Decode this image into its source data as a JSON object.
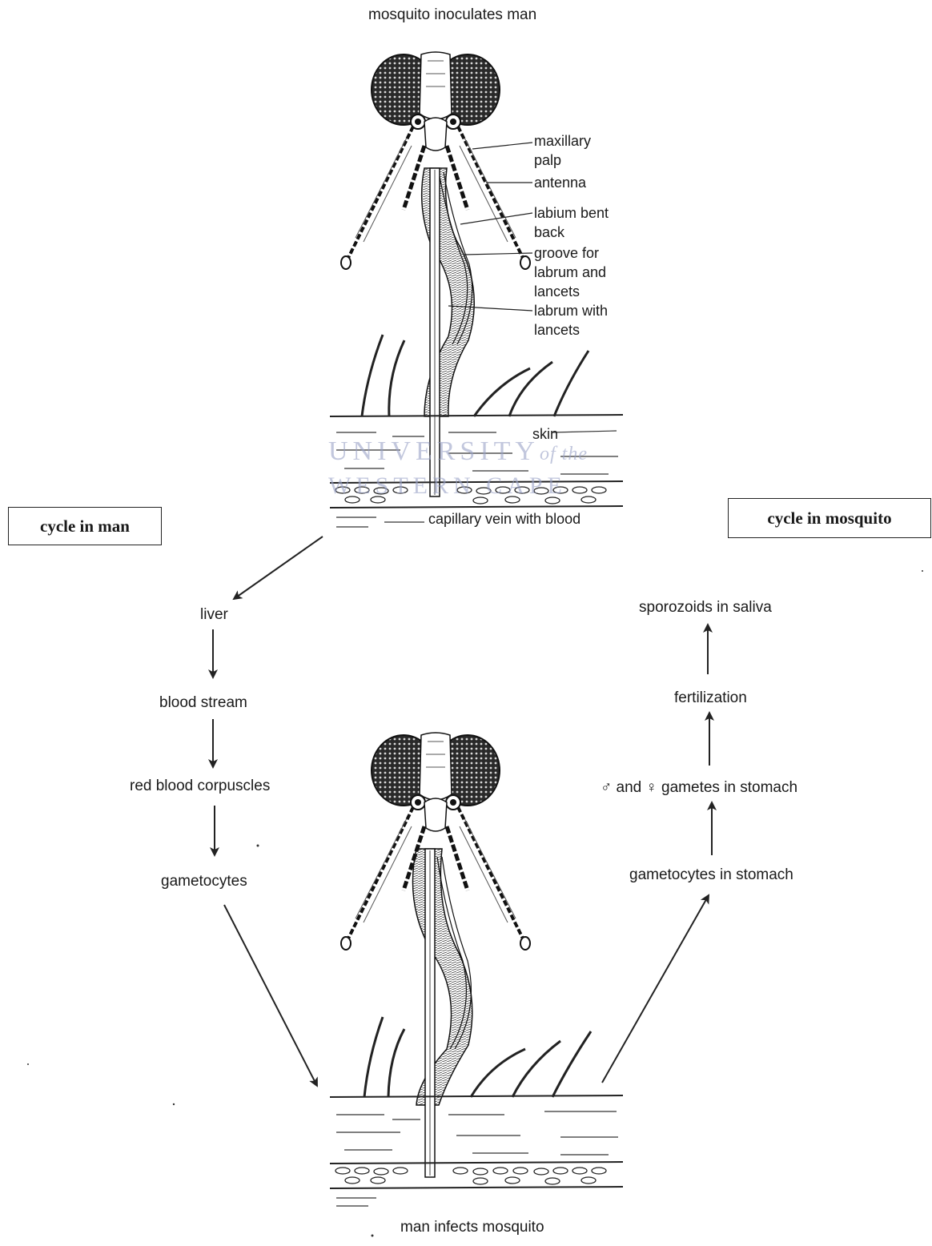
{
  "titles": {
    "top": "mosquito inoculates man",
    "bottom": "man infects mosquito"
  },
  "boxes": {
    "man": "cycle in man",
    "mosquito": "cycle in mosquito"
  },
  "annotations": {
    "maxillary_palp": "maxillary palp",
    "antenna": "antenna",
    "labium": "labium bent back",
    "groove": "groove for labrum and lancets",
    "labrum": "labrum with lancets",
    "skin": "skin",
    "capillary": "capillary vein with blood"
  },
  "man_cycle": [
    "liver",
    "blood stream",
    "red blood corpuscles",
    "gametocytes"
  ],
  "mosquito_cycle": [
    "sporozoids in saliva",
    "fertilization",
    "♂ and ♀ gametes in stomach",
    "gametocytes in stomach"
  ],
  "watermark": {
    "line1": "UNIVERSITY",
    "line1_suffix": "of the",
    "line2": "WESTERN CAPE"
  }
}
